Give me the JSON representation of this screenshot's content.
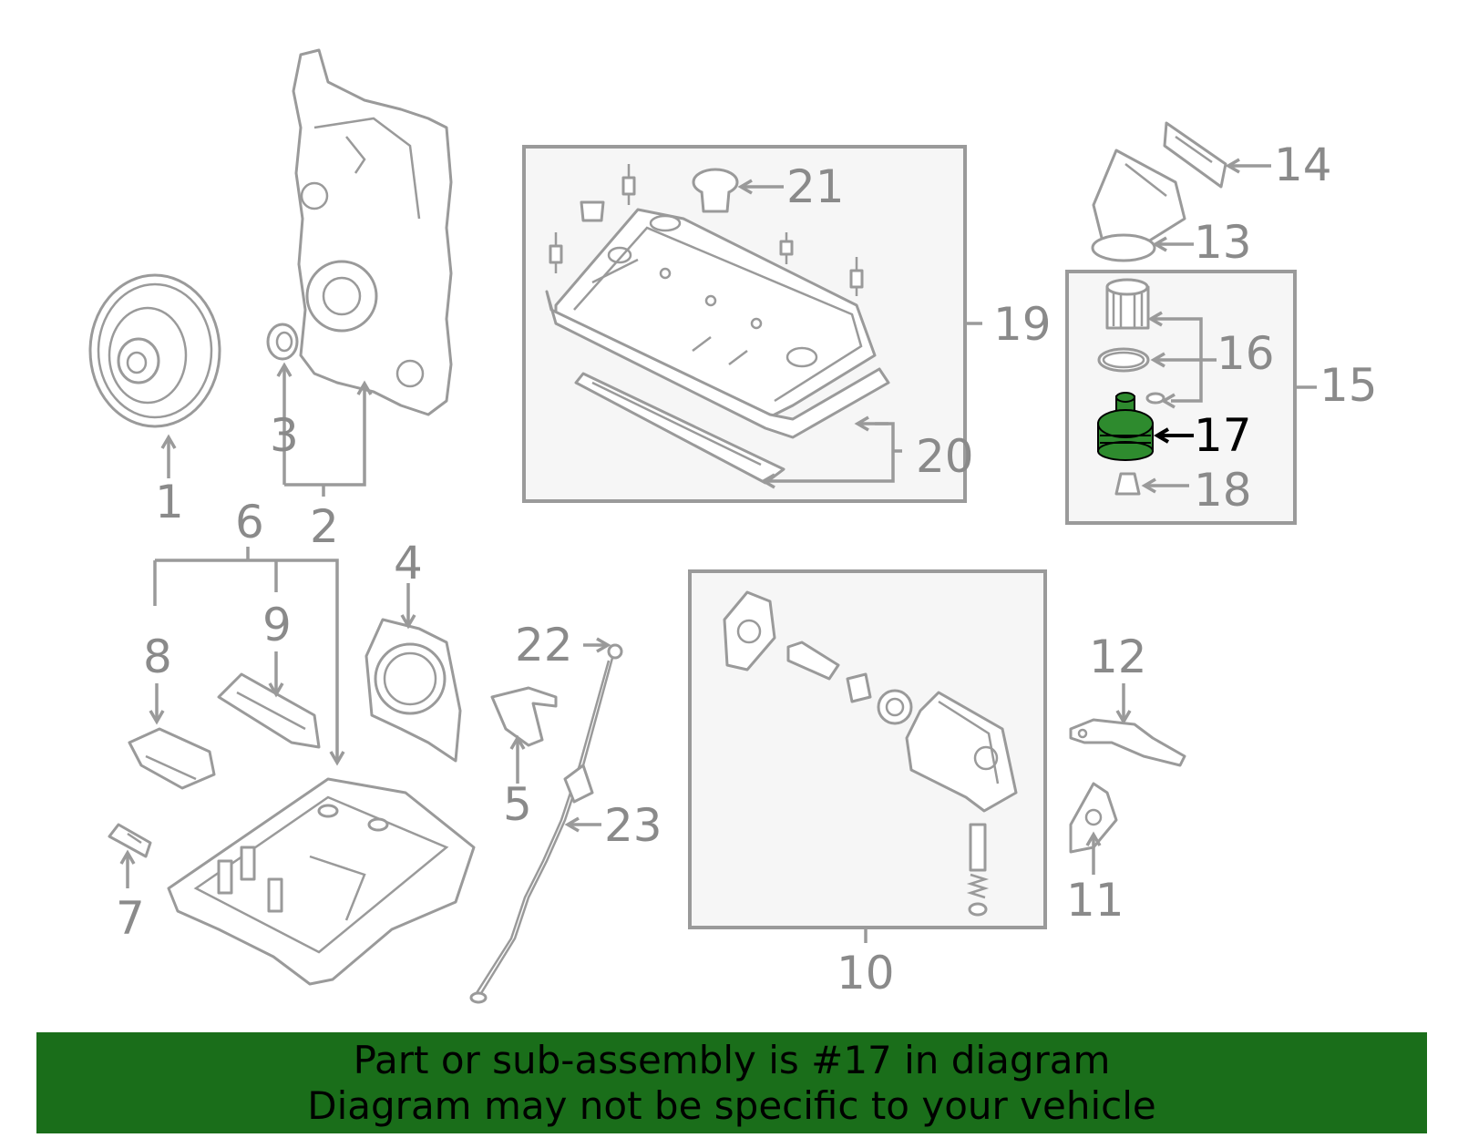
{
  "labels": {
    "p1": "1",
    "p2": "2",
    "p3": "3",
    "p4": "4",
    "p5": "5",
    "p6": "6",
    "p7": "7",
    "p8": "8",
    "p9": "9",
    "p10": "10",
    "p11": "11",
    "p12": "12",
    "p13": "13",
    "p14": "14",
    "p15": "15",
    "p16": "16",
    "p17": "17",
    "p18": "18",
    "p19": "19",
    "p20": "20",
    "p21": "21",
    "p22": "22",
    "p23": "23"
  },
  "highlighted_part": "17",
  "colors": {
    "highlight": "#2e8b2e",
    "banner": "#1a6e1a",
    "line": "#9a9a9a"
  },
  "banner": {
    "line1": "Part or sub-assembly is #17 in diagram",
    "line2": "Diagram may not be specific to your vehicle"
  }
}
